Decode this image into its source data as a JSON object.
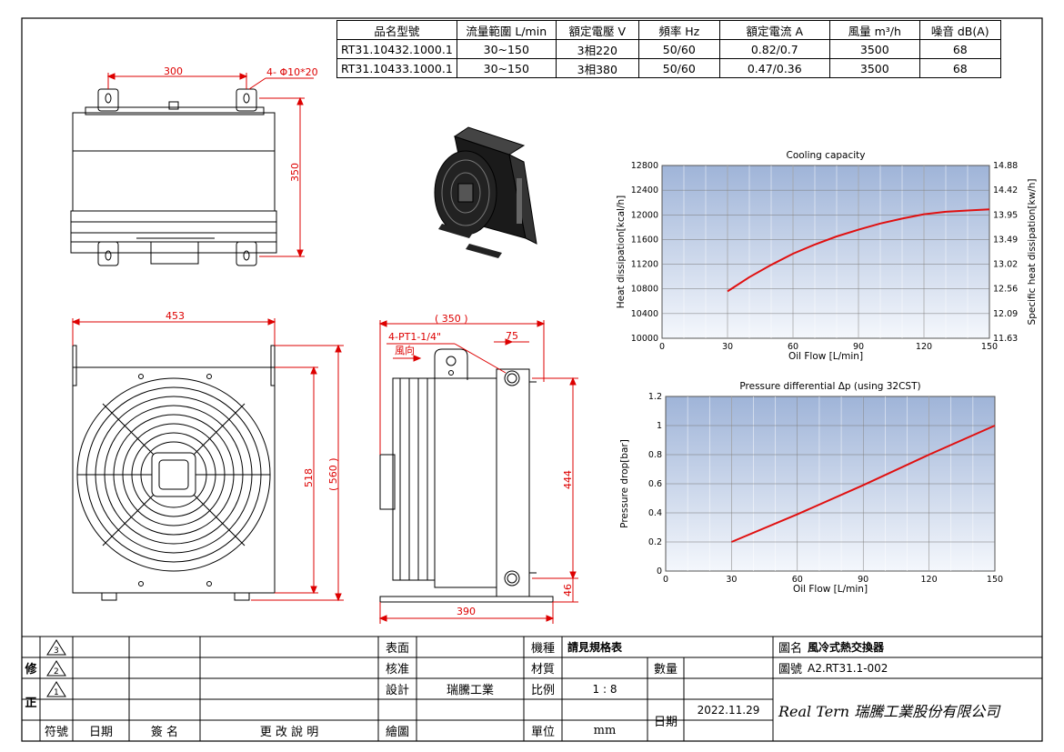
{
  "spec_table": {
    "headers": [
      "品名型號",
      "流量範圍 L/min",
      "額定電壓 V",
      "頻率 Hz",
      "額定電流 A",
      "風量 m³/h",
      "噪音 dB(A)"
    ],
    "rows": [
      [
        "RT31.10432.1000.1",
        "30~150",
        "3相220",
        "50/60",
        "0.82/0.7",
        "3500",
        "68"
      ],
      [
        "RT31.10433.1000.1",
        "30~150",
        "3相380",
        "50/60",
        "0.47/0.36",
        "3500",
        "68"
      ]
    ]
  },
  "dimensions": {
    "top_width": "300",
    "holes": "4- Φ10*20",
    "top_height": "350",
    "front_width": "453",
    "front_height": "518",
    "front_total": "( 560 )",
    "side_width": "( 350 )",
    "port": "4-PT1-1/4\"",
    "port_offset": "75",
    "airflow": "風向",
    "core_height": "444",
    "base_height": "46",
    "base_width": "390"
  },
  "chart_data": [
    {
      "type": "line",
      "title": "Cooling capacity",
      "xlabel": "Oil Flow [L/min]",
      "ylabel": "Heat dissipation[kcal/h]",
      "y2label": "Specific heat dissipation[kw/h]",
      "xlim": [
        0,
        150
      ],
      "ylim": [
        10000,
        12800
      ],
      "x_ticks": [
        "0",
        "30",
        "60",
        "90",
        "120",
        "150"
      ],
      "y_ticks": [
        "10000",
        "10400",
        "10800",
        "11200",
        "11600",
        "12000",
        "12400",
        "12800"
      ],
      "y2_ticks": [
        "11.63",
        "12.09",
        "12.56",
        "13.02",
        "13.49",
        "13.95",
        "14.42",
        "14.88"
      ],
      "grid": true,
      "series": [
        {
          "x": [
            30,
            40,
            50,
            60,
            70,
            80,
            90,
            100,
            110,
            120,
            130,
            140,
            150
          ],
          "y": [
            10760,
            10990,
            11190,
            11370,
            11520,
            11650,
            11760,
            11860,
            11940,
            12010,
            12050,
            12070,
            12090
          ]
        }
      ]
    },
    {
      "type": "line",
      "title": "Pressure differential Δp (using 32CST)",
      "xlabel": "Oil Flow [L/min]",
      "ylabel": "Pressure drop[bar]",
      "xlim": [
        0,
        150
      ],
      "ylim": [
        0,
        1.2
      ],
      "x_ticks": [
        "0",
        "30",
        "60",
        "90",
        "120",
        "150"
      ],
      "y_ticks": [
        "0",
        "0.2",
        "0.4",
        "0.6",
        "0.8",
        "1",
        "1.2"
      ],
      "grid": true,
      "series": [
        {
          "x": [
            30,
            60,
            90,
            120,
            150
          ],
          "y": [
            0.2,
            0.39,
            0.59,
            0.8,
            1.0
          ]
        }
      ]
    }
  ],
  "title_block": {
    "rev_label_1": "修",
    "rev_label_2": "正",
    "rev_marks": [
      "3",
      "2",
      "1"
    ],
    "rev_headers": [
      "符號",
      "日期",
      "簽  名",
      "更 改 說 明"
    ],
    "surface": "表面",
    "approve": "核准",
    "design": "設計",
    "design_value": "瑞騰工業",
    "drawn": "繪圖",
    "model_label": "機種",
    "model_value": "請見規格表",
    "material": "材質",
    "quantity": "數量",
    "scale_label": "比例",
    "scale_value": "1 : 8",
    "unit_label": "單位",
    "unit_value": "mm",
    "date_label": "日期",
    "date_value": "2022.11.29",
    "name_label": "圖名",
    "name_value": "風冷式熱交換器",
    "no_label": "圖號",
    "no_value": "A2.RT31.1-002",
    "company": "Real Tern   瑞騰工業股份有限公司"
  }
}
